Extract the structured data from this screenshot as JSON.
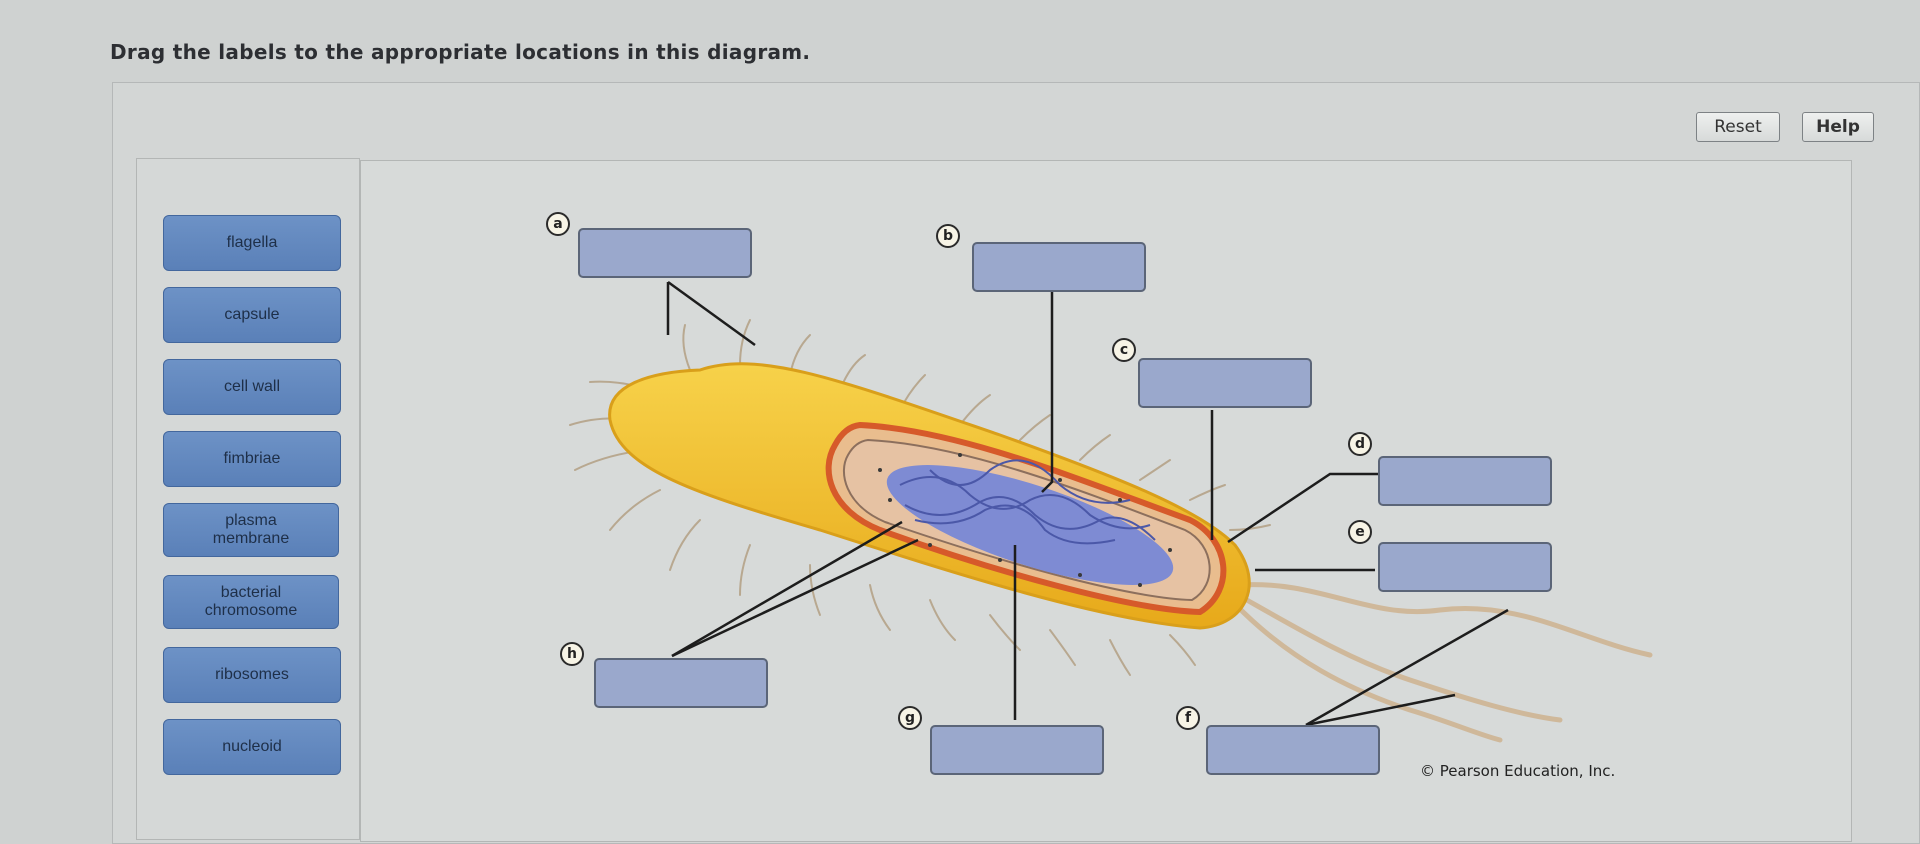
{
  "instruction": "Drag the labels to the appropriate locations in this diagram.",
  "buttons": {
    "reset": "Reset",
    "help": "Help"
  },
  "labels": [
    "flagella",
    "capsule",
    "cell wall",
    "fimbriae",
    "plasma membrane",
    "bacterial chromosome",
    "ribosomes",
    "nucleoid"
  ],
  "markers": {
    "a": "a",
    "b": "b",
    "c": "c",
    "d": "d",
    "e": "e",
    "f": "f",
    "g": "g",
    "h": "h"
  },
  "copyright": "© Pearson Education, Inc.",
  "colors": {
    "label_chip": "#5f86bd",
    "drop_target": "#9aa8cc",
    "capsule": "#f2c22e",
    "chromosome": "#6f7cc9"
  }
}
